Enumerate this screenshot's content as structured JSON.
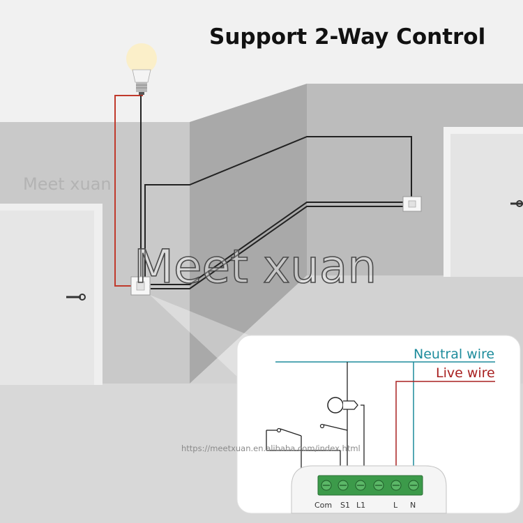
{
  "title": "Support 2-Way Control",
  "watermark_small": "Meet xuan",
  "watermark_large": "Meet xuan",
  "url": "https://meetxuan.en.alibaba.com/index.html",
  "labels": {
    "neutral": "Neutral wire",
    "live": "Live wire"
  },
  "terminals": [
    "Com",
    "S1",
    "L1",
    "L",
    "N"
  ],
  "colors": {
    "live_wire": "#c0392b",
    "neutral_wire": "#1d8c9c",
    "control_wire": "#222222",
    "terminal_green": "#3c9a4a"
  },
  "icons": [
    "light-bulb-icon",
    "wall-switch-icon",
    "door-handle-icon"
  ]
}
